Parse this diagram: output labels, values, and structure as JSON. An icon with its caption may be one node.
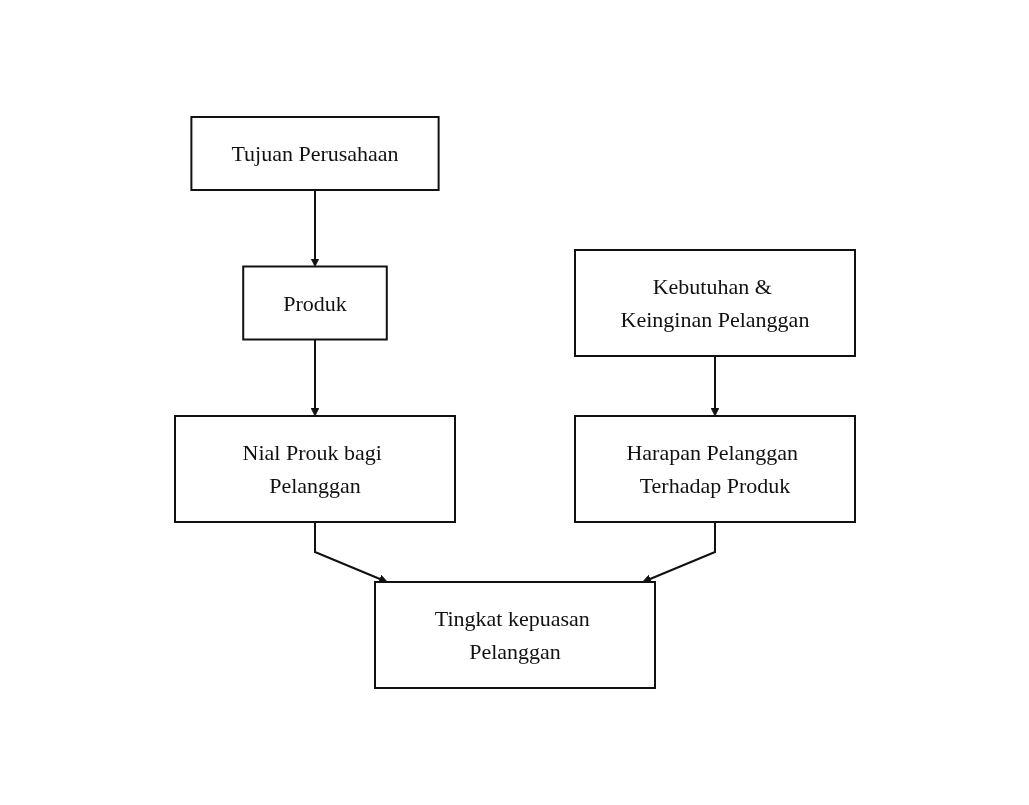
{
  "diagram": {
    "nodes": [
      {
        "text": [
          "Tujuan Perusahaan"
        ]
      },
      {
        "text": [
          "Produk"
        ]
      },
      {
        "text": [
          "Nial Prouk bagi Pelanggan"
        ]
      },
      {
        "text": [
          "Kebutuhan & Keinginan Pelanggan"
        ]
      },
      {
        "text": [
          "Harapan Pelanggan Terhadap Produk"
        ]
      },
      {
        "text": [
          "Tingkat kepuasan Pelanggan"
        ]
      }
    ],
    "edges": [
      {
        "from": 0,
        "to": 1,
        "arrow": "to"
      },
      {
        "from": 1,
        "to": 2,
        "arrow": "to"
      },
      {
        "from": 3,
        "to": 4,
        "arrow": "to"
      },
      {
        "from": 2,
        "to": 5,
        "arrow": "to"
      },
      {
        "from": 4,
        "to": 5,
        "arrow": "to"
      }
    ]
  }
}
